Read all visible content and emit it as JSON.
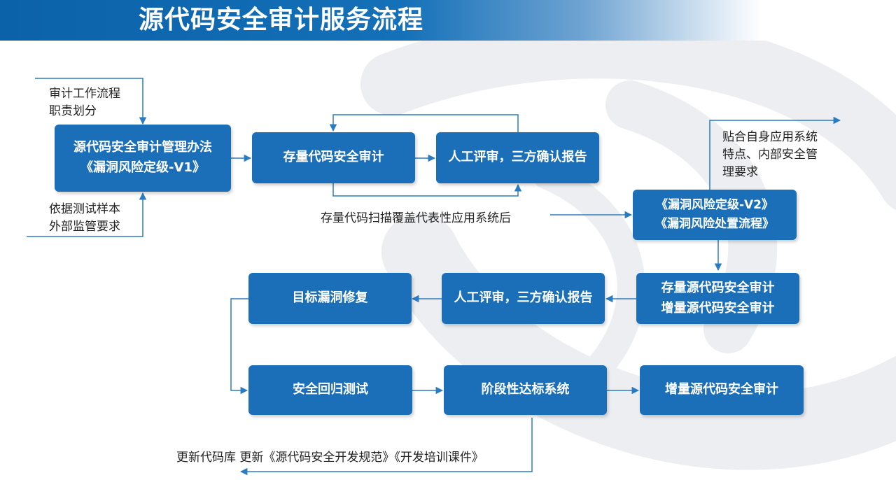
{
  "title": "源代码安全审计服务流程",
  "boxes": {
    "mgmt": {
      "line1": "源代码安全审计管理办法",
      "line2": "《漏洞风险定级-V1》"
    },
    "stock_audit": "存量代码安全审计",
    "review1": "人工评审，三方确认报告",
    "risk_v2": {
      "line1": "《漏洞风险定级-V2》",
      "line2": "《漏洞风险处置流程》"
    },
    "src_audit": {
      "line1": "存量源代码安全审计",
      "line2": "增量源代码安全审计"
    },
    "review2": "人工评审，三方确认报告",
    "fix": "目标漏洞修复",
    "regression": "安全回归测试",
    "stage": "阶段性达标系统",
    "incr_audit": "增量源代码安全审计"
  },
  "notes": {
    "work_flow": {
      "line1": "审计工作流程",
      "line2": "职责划分"
    },
    "test_basis": {
      "line1": "依据测试样本",
      "line2": "外部监管要求"
    },
    "coverage": "存量代码扫描覆盖代表性应用系统后",
    "fit": {
      "line1": "贴合自身应用系统",
      "line2": "特点、内部安全管",
      "line3": "理要求"
    },
    "update": "更新代码库  更新《源代码安全开发规范》《开发培训课件》"
  },
  "colors": {
    "box": "#1a6fb8",
    "header": "#0b62a8",
    "line": "#2a7cc2",
    "text": "#222222"
  }
}
